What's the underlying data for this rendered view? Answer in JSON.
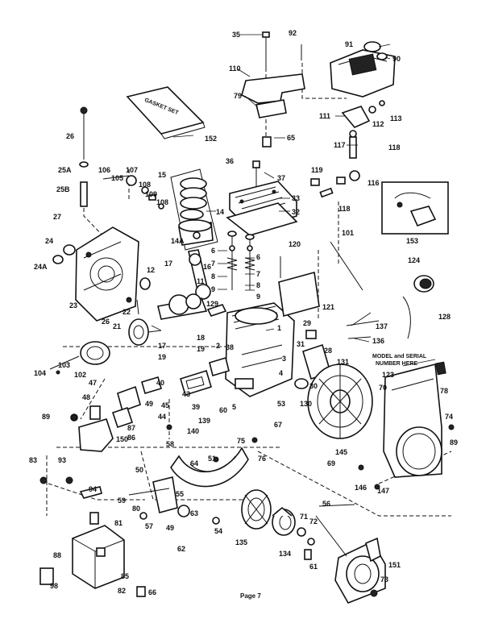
{
  "footer": "Page 7",
  "gasket_box_text": "GASKET SET",
  "model_tag_text": [
    "MODEL and SERIAL",
    "NUMBER HERE"
  ],
  "callouts": [
    {
      "id": "35",
      "text": "35"
    },
    {
      "id": "92",
      "text": "92"
    },
    {
      "id": "91",
      "text": "91"
    },
    {
      "id": "90",
      "text": "90"
    },
    {
      "id": "110",
      "text": "110"
    },
    {
      "id": "79",
      "text": "79"
    },
    {
      "id": "111",
      "text": "111"
    },
    {
      "id": "112",
      "text": "112"
    },
    {
      "id": "113",
      "text": "113"
    },
    {
      "id": "152",
      "text": "152"
    },
    {
      "id": "65",
      "text": "65"
    },
    {
      "id": "117",
      "text": "117"
    },
    {
      "id": "118a",
      "text": "118"
    },
    {
      "id": "26",
      "text": "26"
    },
    {
      "id": "25A",
      "text": "25A"
    },
    {
      "id": "25B",
      "text": "25B"
    },
    {
      "id": "106",
      "text": "106"
    },
    {
      "id": "105",
      "text": "105"
    },
    {
      "id": "107",
      "text": "107"
    },
    {
      "id": "108a",
      "text": "108"
    },
    {
      "id": "109",
      "text": "109"
    },
    {
      "id": "108b",
      "text": "108"
    },
    {
      "id": "15",
      "text": "15"
    },
    {
      "id": "14",
      "text": "14"
    },
    {
      "id": "36",
      "text": "36"
    },
    {
      "id": "37",
      "text": "37"
    },
    {
      "id": "119",
      "text": "119"
    },
    {
      "id": "116",
      "text": "116"
    },
    {
      "id": "118b",
      "text": "118"
    },
    {
      "id": "33",
      "text": "33"
    },
    {
      "id": "32",
      "text": "32"
    },
    {
      "id": "153",
      "text": "153"
    },
    {
      "id": "27",
      "text": "27"
    },
    {
      "id": "24",
      "text": "24"
    },
    {
      "id": "24A",
      "text": "24A"
    },
    {
      "id": "14A",
      "text": "14A"
    },
    {
      "id": "16",
      "text": "16"
    },
    {
      "id": "17a",
      "text": "17"
    },
    {
      "id": "6a",
      "text": "6"
    },
    {
      "id": "7a",
      "text": "7"
    },
    {
      "id": "8a",
      "text": "8"
    },
    {
      "id": "9a",
      "text": "9"
    },
    {
      "id": "6b",
      "text": "6"
    },
    {
      "id": "7b",
      "text": "7"
    },
    {
      "id": "8b",
      "text": "8"
    },
    {
      "id": "9b",
      "text": "9"
    },
    {
      "id": "120",
      "text": "120"
    },
    {
      "id": "101",
      "text": "101"
    },
    {
      "id": "124",
      "text": "124"
    },
    {
      "id": "12",
      "text": "12"
    },
    {
      "id": "11",
      "text": "11"
    },
    {
      "id": "23",
      "text": "23"
    },
    {
      "id": "26b",
      "text": "26"
    },
    {
      "id": "22",
      "text": "22"
    },
    {
      "id": "129",
      "text": "129"
    },
    {
      "id": "121",
      "text": "121"
    },
    {
      "id": "21",
      "text": "21"
    },
    {
      "id": "1",
      "text": "1"
    },
    {
      "id": "29",
      "text": "29"
    },
    {
      "id": "137",
      "text": "137"
    },
    {
      "id": "136",
      "text": "136"
    },
    {
      "id": "128",
      "text": "128"
    },
    {
      "id": "17b",
      "text": "17"
    },
    {
      "id": "18",
      "text": "18"
    },
    {
      "id": "19a",
      "text": "19"
    },
    {
      "id": "19b",
      "text": "19"
    },
    {
      "id": "2",
      "text": "2"
    },
    {
      "id": "38",
      "text": "38"
    },
    {
      "id": "31",
      "text": "31"
    },
    {
      "id": "3",
      "text": "3"
    },
    {
      "id": "28",
      "text": "28"
    },
    {
      "id": "131",
      "text": "131"
    },
    {
      "id": "104",
      "text": "104"
    },
    {
      "id": "103",
      "text": "103"
    },
    {
      "id": "102",
      "text": "102"
    },
    {
      "id": "40",
      "text": "40"
    },
    {
      "id": "4",
      "text": "4"
    },
    {
      "id": "123",
      "text": "123"
    },
    {
      "id": "78",
      "text": "78"
    },
    {
      "id": "47",
      "text": "47"
    },
    {
      "id": "48",
      "text": "48"
    },
    {
      "id": "43",
      "text": "43"
    },
    {
      "id": "45",
      "text": "45"
    },
    {
      "id": "30",
      "text": "30"
    },
    {
      "id": "130",
      "text": "130"
    },
    {
      "id": "70",
      "text": "70"
    },
    {
      "id": "53",
      "text": "53"
    },
    {
      "id": "49",
      "text": "49"
    },
    {
      "id": "44",
      "text": "44"
    },
    {
      "id": "39",
      "text": "39"
    },
    {
      "id": "60",
      "text": "60"
    },
    {
      "id": "5",
      "text": "5"
    },
    {
      "id": "67",
      "text": "67"
    },
    {
      "id": "74",
      "text": "74"
    },
    {
      "id": "89a",
      "text": "89"
    },
    {
      "id": "87",
      "text": "87"
    },
    {
      "id": "86",
      "text": "86"
    },
    {
      "id": "139",
      "text": "139"
    },
    {
      "id": "140",
      "text": "140"
    },
    {
      "id": "150",
      "text": "150"
    },
    {
      "id": "58",
      "text": "58"
    },
    {
      "id": "89b",
      "text": "89"
    },
    {
      "id": "75",
      "text": "75"
    },
    {
      "id": "76",
      "text": "76"
    },
    {
      "id": "145",
      "text": "145"
    },
    {
      "id": "83",
      "text": "83"
    },
    {
      "id": "93",
      "text": "93"
    },
    {
      "id": "64",
      "text": "64"
    },
    {
      "id": "51",
      "text": "51"
    },
    {
      "id": "69",
      "text": "69"
    },
    {
      "id": "146",
      "text": "146"
    },
    {
      "id": "147",
      "text": "147"
    },
    {
      "id": "50",
      "text": "50"
    },
    {
      "id": "94",
      "text": "94"
    },
    {
      "id": "59",
      "text": "59"
    },
    {
      "id": "80",
      "text": "80"
    },
    {
      "id": "57",
      "text": "57"
    },
    {
      "id": "55",
      "text": "55"
    },
    {
      "id": "63",
      "text": "63"
    },
    {
      "id": "56",
      "text": "56"
    },
    {
      "id": "81",
      "text": "81"
    },
    {
      "id": "49b",
      "text": "49"
    },
    {
      "id": "54",
      "text": "54"
    },
    {
      "id": "71",
      "text": "71"
    },
    {
      "id": "72",
      "text": "72"
    },
    {
      "id": "62",
      "text": "62"
    },
    {
      "id": "135",
      "text": "135"
    },
    {
      "id": "134",
      "text": "134"
    },
    {
      "id": "88",
      "text": "88"
    },
    {
      "id": "85",
      "text": "85"
    },
    {
      "id": "61",
      "text": "61"
    },
    {
      "id": "151",
      "text": "151"
    },
    {
      "id": "98",
      "text": "98"
    },
    {
      "id": "82",
      "text": "82"
    },
    {
      "id": "66",
      "text": "66"
    },
    {
      "id": "73",
      "text": "73"
    }
  ]
}
